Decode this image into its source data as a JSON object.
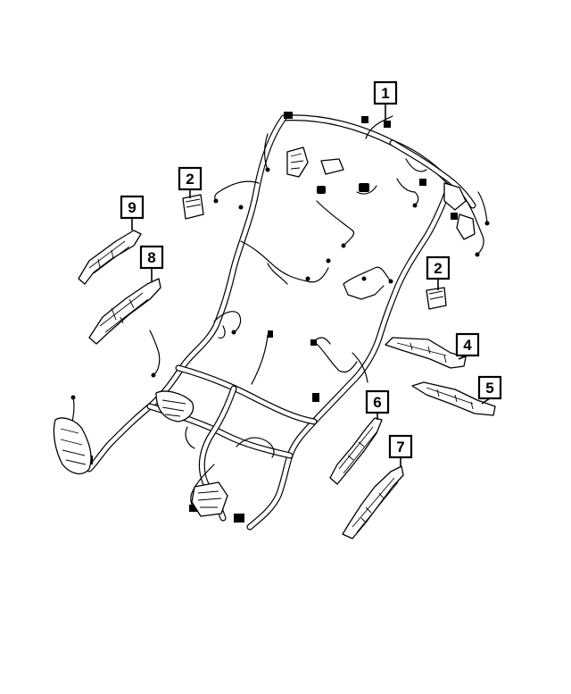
{
  "callouts": [
    {
      "label": "1"
    },
    {
      "label": "2"
    },
    {
      "label": "2"
    },
    {
      "label": "4"
    },
    {
      "label": "5"
    },
    {
      "label": "6"
    },
    {
      "label": "7"
    },
    {
      "label": "8"
    },
    {
      "label": "9"
    }
  ]
}
